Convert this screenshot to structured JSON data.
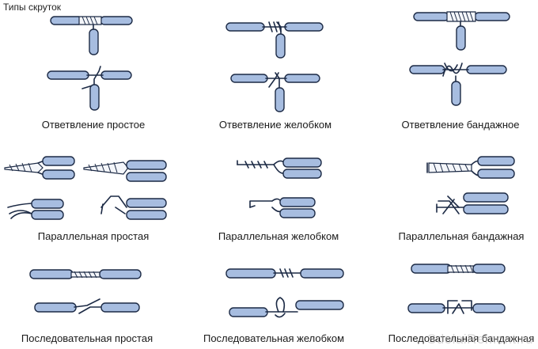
{
  "title": "Типы скруток",
  "watermark": "SdelaiRemont.ru",
  "colors": {
    "insulation": "#a7bde0",
    "outline": "#1c2a45",
    "background": "#ffffff"
  },
  "groups": [
    {
      "id": "branch-simple",
      "label": "Ответвление простое"
    },
    {
      "id": "branch-groove",
      "label": "Ответвление желобком"
    },
    {
      "id": "branch-bandage",
      "label": "Ответвление бандажное"
    },
    {
      "id": "parallel-simple",
      "label": "Параллельная простая"
    },
    {
      "id": "parallel-groove",
      "label": "Параллельная желобком"
    },
    {
      "id": "parallel-bandage",
      "label": "Параллельная бандажная"
    },
    {
      "id": "serial-simple",
      "label": "Последовательная простая"
    },
    {
      "id": "serial-groove",
      "label": "Последовательная желобком"
    },
    {
      "id": "serial-bandage",
      "label": "Последовательная бандажная"
    }
  ]
}
